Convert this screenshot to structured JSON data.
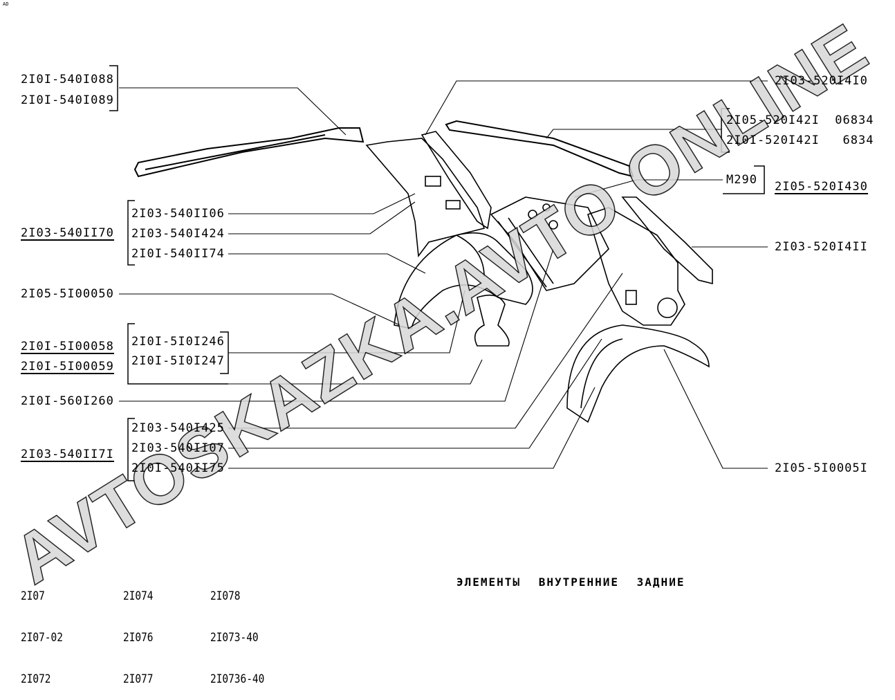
{
  "corner_mark": "AD",
  "watermark": "AVTOSKAZKA.AVTO ONLINE",
  "labels_left": {
    "p088": "2I0I-540I088",
    "p089": "2I0I-540I089",
    "p1170": "2I03-540II70",
    "p1106": "2I03-540II06",
    "p1424": "2I03-540I424",
    "p1174": "2I0I-540II74",
    "p50": "2I05-5I00050",
    "p58": "2I0I-5I00058",
    "p59": "2I0I-5I00059",
    "p246": "2I0I-5I0I246",
    "p247": "2I0I-5I0I247",
    "p260": "2I0I-560I260",
    "p1425": "2I03-540I425",
    "p1107": "2I03-540II07",
    "p1175": "2I0I-540II75",
    "p1171": "2I03-540II7I"
  },
  "labels_right": {
    "p410": "2I03-520I4I0",
    "p421a": "2I05-520I42I  06834",
    "p421b": "2I0I-520I42I   6834",
    "m290": "M290",
    "p430": "2I05-520I430",
    "p411": "2I03-520I4II",
    "p51": "2I05-5I0005I"
  },
  "models": {
    "col1": [
      "2I07",
      "2I07-02",
      "2I072"
    ],
    "col2": [
      "2I074",
      "2I076",
      "2I077"
    ],
    "col3": [
      "2I078",
      "2I073-40",
      "2I0736-40"
    ]
  },
  "title": "ЭЛЕМЕНТЫ ВНУТРЕННИЕ ЗАДНИЕ"
}
